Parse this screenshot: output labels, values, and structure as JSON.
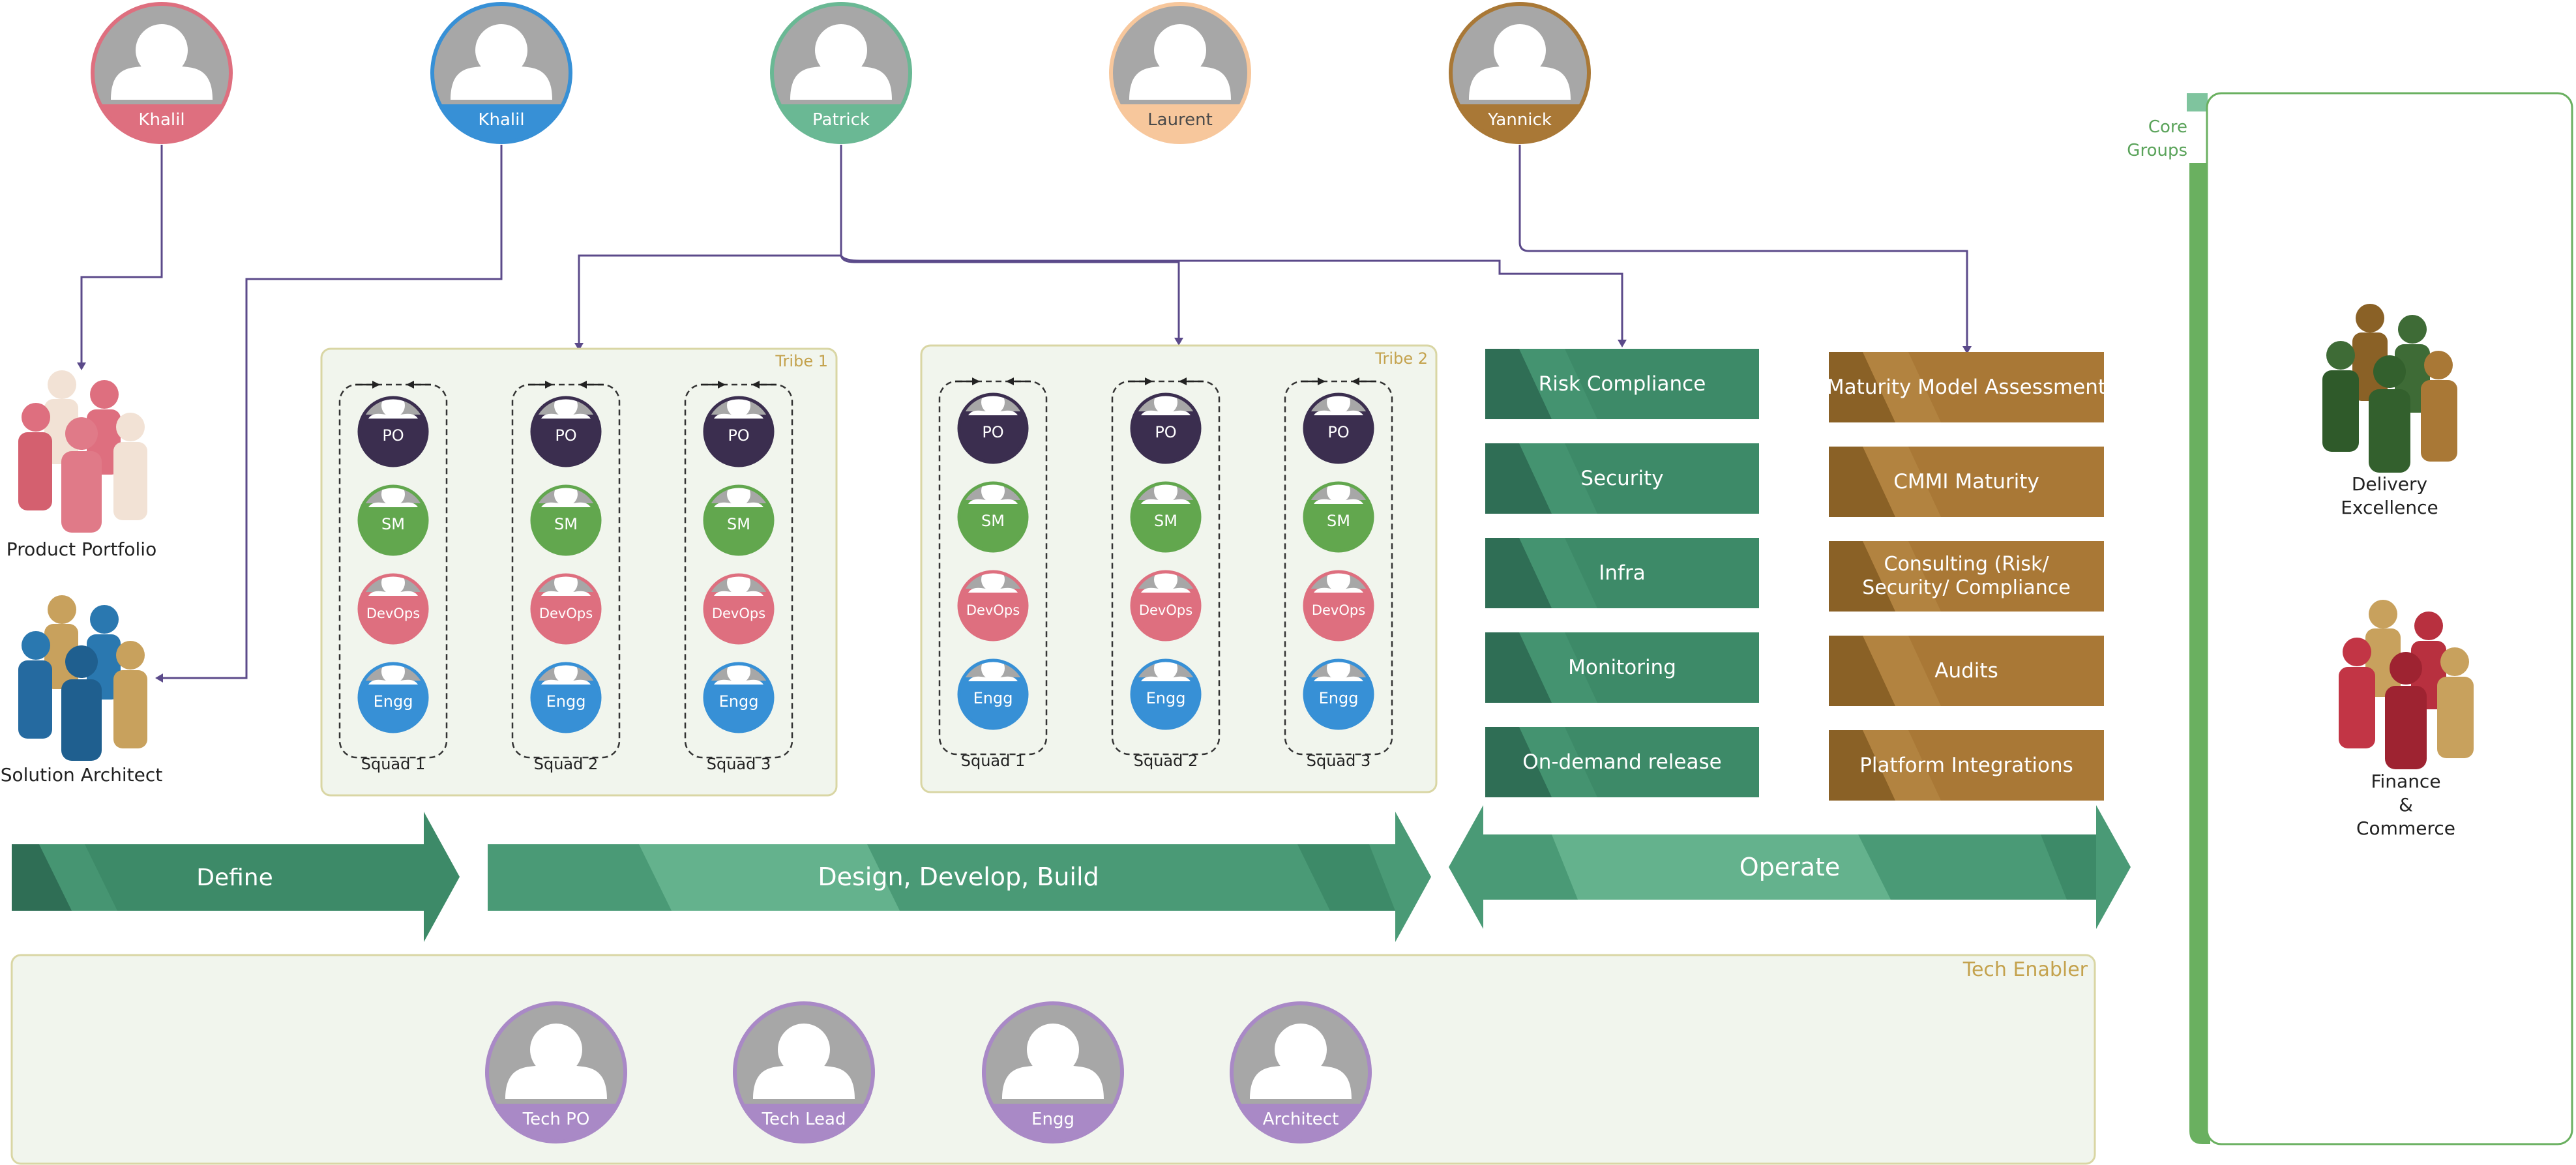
{
  "leaders": [
    {
      "name": "Khalil",
      "color": "#de6f7f"
    },
    {
      "name": "Khalil",
      "color": "#3790d6"
    },
    {
      "name": "Patrick",
      "color": "#6ab894"
    },
    {
      "name": "Laurent",
      "color": "#f7c79c"
    },
    {
      "name": "Yannick",
      "color": "#a97836"
    }
  ],
  "left_groups": [
    {
      "label": "Product Portfolio"
    },
    {
      "label": "Solution Architect"
    }
  ],
  "tribes": [
    {
      "label": "Tribe 1",
      "squads": [
        "Squad 1",
        "Squad 2",
        "Squad 3"
      ]
    },
    {
      "label": "Tribe 2",
      "squads": [
        "Squad 1",
        "Squad 2",
        "Squad 3"
      ]
    }
  ],
  "squad_roles": [
    {
      "label": "PO",
      "color": "#3b2e4f"
    },
    {
      "label": "SM",
      "color": "#62a74e"
    },
    {
      "label": "DevOps",
      "color": "#de6f7f"
    },
    {
      "label": "Engg",
      "color": "#3790d6"
    }
  ],
  "green_boxes": [
    "Risk Compliance",
    "Security",
    "Infra",
    "Monitoring",
    "On-demand release"
  ],
  "brown_boxes": [
    "Maturity Model Assessment",
    "CMMI Maturity",
    "Consulting (Risk/ Security/ Compliance",
    "Audits",
    "Platform Integrations"
  ],
  "phases": [
    "Define",
    "Design, Develop, Build",
    "Operate"
  ],
  "tech_enabler": {
    "label": "Tech Enabler",
    "members": [
      "Tech PO",
      "Tech Lead",
      "Engg",
      "Architect"
    ]
  },
  "core_groups": {
    "label": [
      "Core",
      "Groups"
    ],
    "groups": [
      {
        "lines": [
          "Delivery",
          "Excellence"
        ]
      },
      {
        "lines": [
          "Finance",
          "&",
          "Commerce"
        ]
      }
    ]
  },
  "colors": {
    "connector": "#5b4a8a",
    "tribe_fill": "#f1f5ed",
    "tribe_border": "#d9d6a4",
    "tribe_label": "#c4a24d",
    "green_dark": "#2f6e55",
    "green_mid": "#3d8a68",
    "brown_dark": "#8a6126",
    "brown_mid": "#a97836",
    "purple": "#a989c6",
    "core_green": "#6ab060"
  }
}
